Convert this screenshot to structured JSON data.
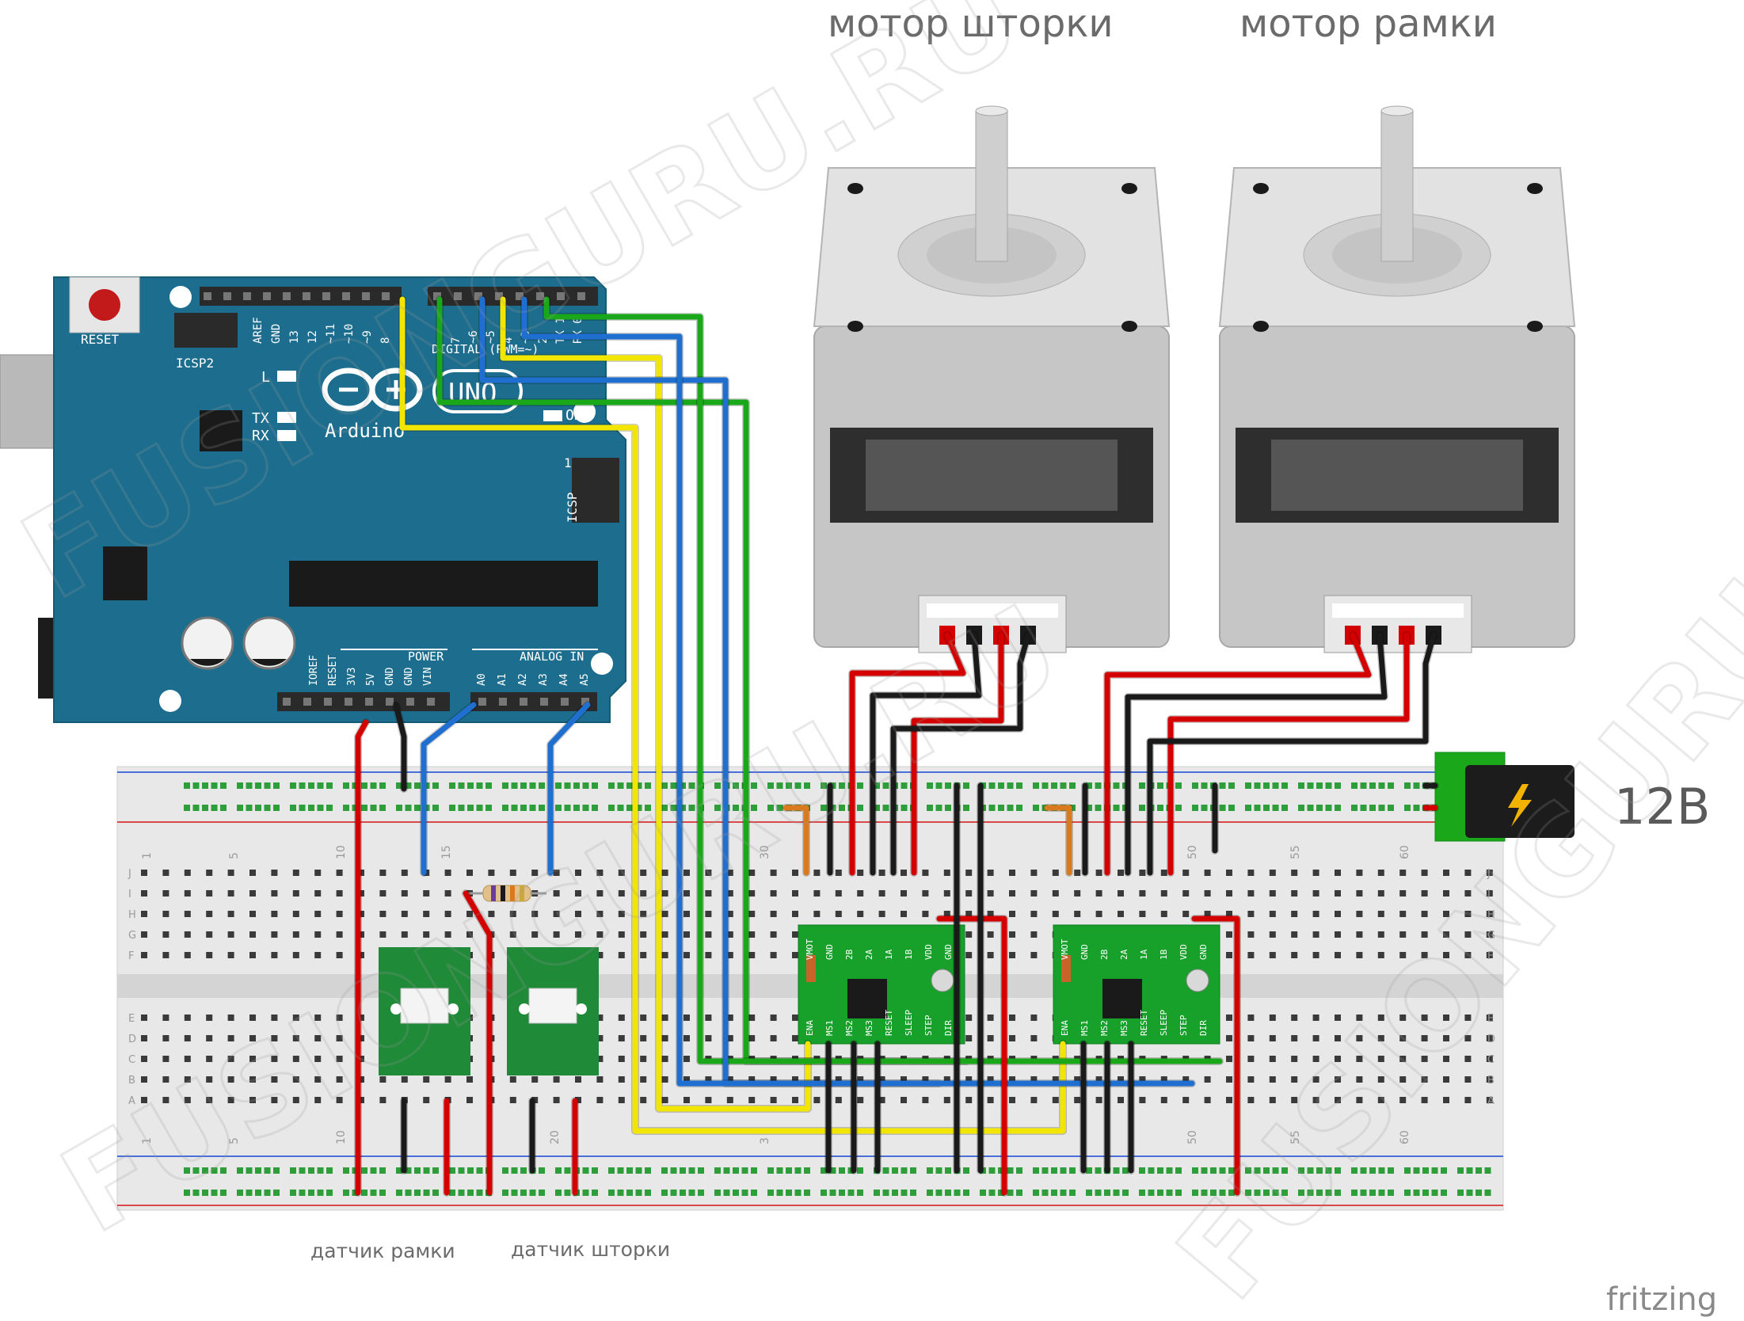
{
  "labels": {
    "motor_shutter": "мотор шторки",
    "motor_frame": "мотор рамки",
    "sensor_frame": "датчик рамки",
    "sensor_shutter": "датчик шторки",
    "power_voltage": "12В",
    "watermark_brand": "fritzing",
    "watermark_text": "FUSIONGURU.RU"
  },
  "arduino": {
    "brand": "Arduino",
    "model": "UNO",
    "reset": "RESET",
    "icsp": "ICSP",
    "icsp2": "ICSP2",
    "digital": "DIGITAL (PWM=~)",
    "power": "POWER",
    "analog_in": "ANALOG IN",
    "led_l": "L",
    "led_tx": "TX",
    "led_rx": "RX",
    "led_on": "ON",
    "pin_1": "1",
    "top_pins": [
      "AREF",
      "GND",
      "13",
      "12",
      "~11",
      "~10",
      "~9",
      "8",
      "7",
      "~6",
      "~5",
      "4",
      "~3",
      "2",
      "TX 1",
      "RX 0"
    ],
    "power_pins": [
      "IOREF",
      "RESET",
      "3V3",
      "5V",
      "GND",
      "GND",
      "VIN"
    ],
    "analog_pins": [
      "A0",
      "A1",
      "A2",
      "A3",
      "A4",
      "A5"
    ]
  },
  "driver": {
    "top_pins": [
      "VMOT",
      "GND",
      "2B",
      "2A",
      "1A",
      "1B",
      "VDD",
      "GND"
    ],
    "bottom_pins": [
      "ENA",
      "MS1",
      "MS2",
      "MS3",
      "RESET",
      "SLEEP",
      "STEP",
      "DIR"
    ]
  },
  "breadboard": {
    "top_numbers": [
      "1",
      "5",
      "10",
      "15",
      "30",
      "50",
      "55",
      "60"
    ],
    "bottom_numbers": [
      "1",
      "5",
      "10",
      "20",
      "3",
      "50",
      "55",
      "60"
    ],
    "row_letters_top": [
      "J",
      "I",
      "H",
      "G",
      "F"
    ],
    "row_letters_bottom": [
      "E",
      "D",
      "C",
      "B",
      "A"
    ]
  },
  "colors": {
    "wire_red": "#d40000",
    "wire_black": "#1a1a1a",
    "wire_blue": "#1f6fd1",
    "wire_green": "#1aa81a",
    "wire_yellow": "#f2e600",
    "wire_orange": "#d97a1e",
    "arduino_pcb": "#1d6e8e",
    "driver_pcb": "#17a02a",
    "motor_body": "#c6c6c6"
  }
}
